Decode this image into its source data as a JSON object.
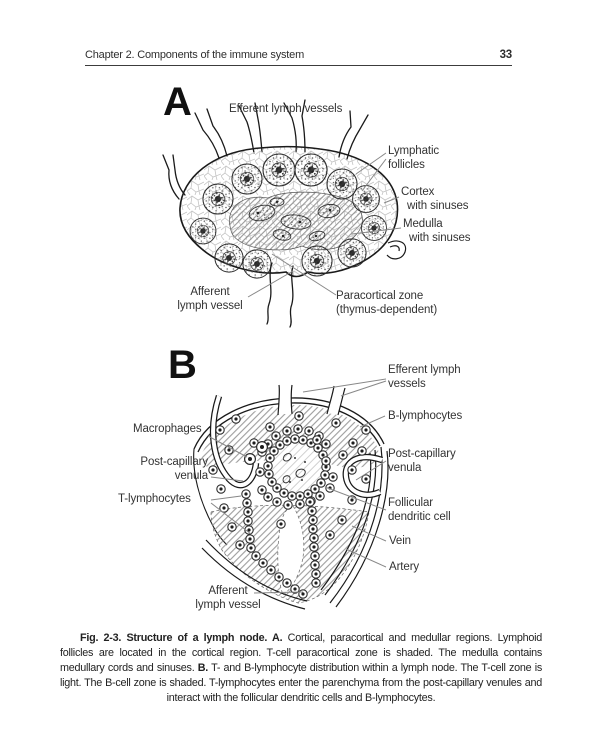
{
  "header": {
    "chapter_title": "Chapter 2. Components of the immune system",
    "page_number": "33"
  },
  "figure": {
    "panel_a": {
      "panel_letter": "A",
      "labels": {
        "efferent_vessels": "Efferent lymph vessels",
        "lymphatic_follicles_line1": "Lymphatic",
        "lymphatic_follicles_line2": "follicles",
        "cortex_line1": "Cortex",
        "cortex_line2": "with sinuses",
        "medulla_line1": "Medulla",
        "medulla_line2": "with sinuses",
        "afferent_line1": "Afferent",
        "afferent_line2": "lymph vessel",
        "paracortical_line1": "Paracortical zone",
        "paracortical_line2": "(thymus-dependent)"
      }
    },
    "panel_b": {
      "panel_letter": "B",
      "labels": {
        "efferent_line1": "Efferent lymph",
        "efferent_line2": "vessels",
        "b_lymphocytes": "B-lymphocytes",
        "macrophages": "Macrophages",
        "post_capillary_left_line1": "Post-capillary",
        "post_capillary_left_line2": "venula",
        "t_lymphocytes": "T-lymphocytes",
        "post_capillary_right_line1": "Post-capillary",
        "post_capillary_right_line2": "venula",
        "follicular_dendritic_line1": "Follicular",
        "follicular_dendritic_line2": "dendritic cell",
        "vein": "Vein",
        "artery": "Artery",
        "afferent_line1": "Afferent",
        "afferent_line2": "lymph vessel"
      }
    },
    "caption": {
      "bold1": "Fig. 2-3. Structure of a lymph node. A.",
      "text1": " Cortical, paracortical and medullar regions. Lymphoid follicles are located in the cortical region. T-cell paracortical zone is shaded. The medulla contains medullary cords and sinuses. ",
      "bold2": "B.",
      "text2": " T- and B-lymphocyte distribution within a lymph node. The T-cell zone is light. The B-cell zone is shaded. T-lymphocytes enter the parenchyma from the post-capillary venules and interact with the follicular dendritic cells and B-lymphocytes."
    }
  },
  "colors": {
    "paper": "#ffffff",
    "ink": "#1a1a1a",
    "label_text": "#333333",
    "leader_line": "#888888",
    "hatch_gray": "#8f8f8f"
  }
}
